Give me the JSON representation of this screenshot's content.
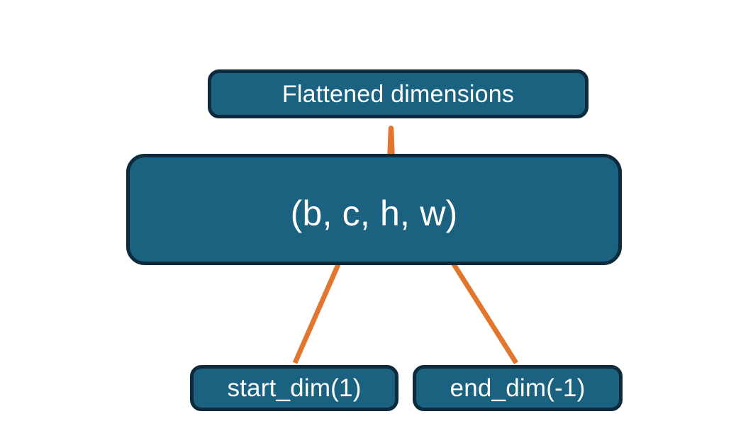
{
  "diagram": {
    "title": "Flatten dimensions illustration",
    "background_color": "#ffffff",
    "node_fill_color": "#1b6281",
    "node_border_color": "#0d2b3c",
    "node_text_color": "#ffffff",
    "connector_color": "#e2762e"
  },
  "nodes": {
    "flattened": {
      "label": "Flattened dimensions"
    },
    "shape": {
      "label": "(b, c, h, w)"
    },
    "start_dim": {
      "label": "start_dim(1)"
    },
    "end_dim": {
      "label": "end_dim(-1)"
    }
  },
  "connectors": {
    "brace": {
      "name": "curly-brace-over-c-h-w",
      "from": "shape",
      "to": "flattened"
    },
    "arrow_start": {
      "name": "arrow-start-dim-to-c",
      "from": "start_dim",
      "to": "shape"
    },
    "arrow_end": {
      "name": "arrow-end-dim-to-w",
      "from": "end_dim",
      "to": "shape"
    }
  }
}
